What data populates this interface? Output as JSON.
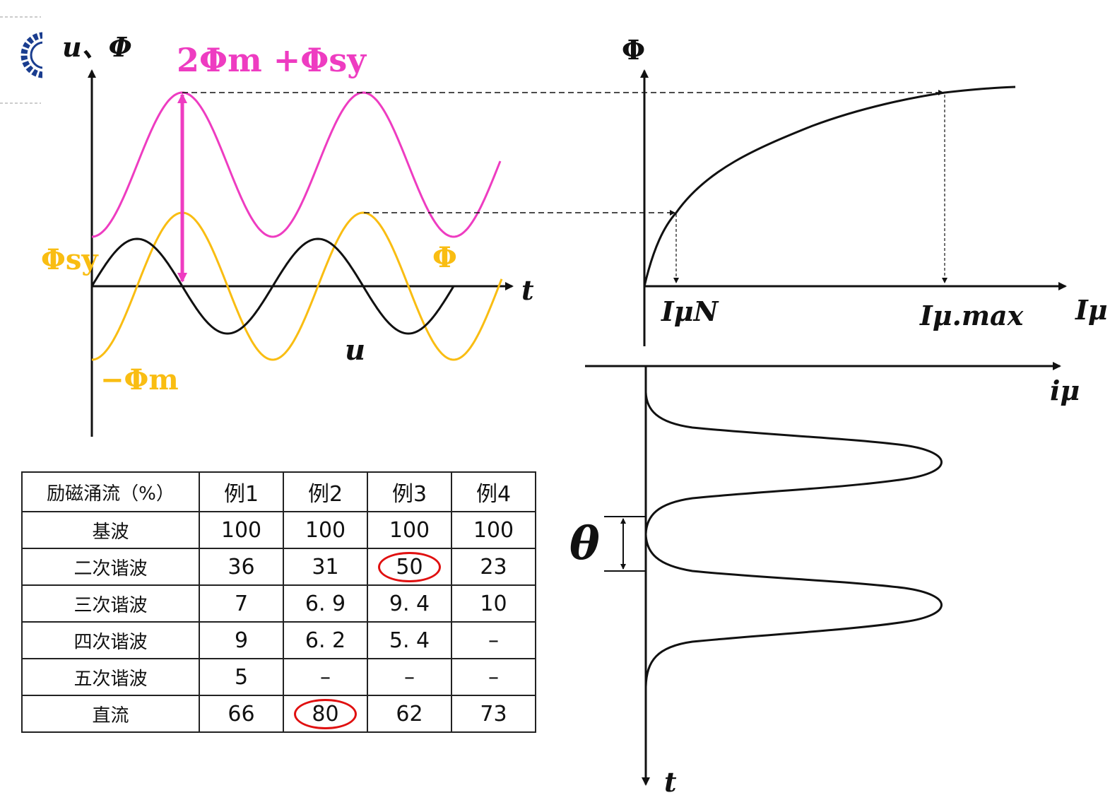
{
  "colors": {
    "pink": "#ee3cc1",
    "yellow": "#f9bd12",
    "black": "#111111",
    "highlight": "#e01010"
  },
  "left_plot": {
    "y_axis_label": "u、Φ",
    "x_axis_label": "t",
    "label_2phi": "2Φm +Φsy",
    "label_phi_sy": "Φsy",
    "label_phi": "Φ",
    "label_u": "u",
    "label_neg_phi_m": "−Φm"
  },
  "right_top_plot": {
    "y_axis_label": "Φ",
    "x_axis_label": "Iμ",
    "label_i_n": "IμN",
    "label_i_max": "Iμ.max"
  },
  "right_bottom_plot": {
    "x_axis_label": "iμ",
    "y_axis_label": "t",
    "angle_label": "θ"
  },
  "table": {
    "header": [
      "励磁涌流（%）",
      "例1",
      "例2",
      "例3",
      "例4"
    ],
    "rows": [
      [
        "基波",
        "100",
        "100",
        "100",
        "100"
      ],
      [
        "二次谐波",
        "36",
        "31",
        "50",
        "23"
      ],
      [
        "三次谐波",
        "7",
        "6. 9",
        "9. 4",
        "10"
      ],
      [
        "四次谐波",
        "9",
        "6. 2",
        "5. 4",
        "–"
      ],
      [
        "五次谐波",
        "5",
        "–",
        "–",
        "–"
      ],
      [
        "直流",
        "66",
        "80",
        "62",
        "73"
      ]
    ]
  }
}
